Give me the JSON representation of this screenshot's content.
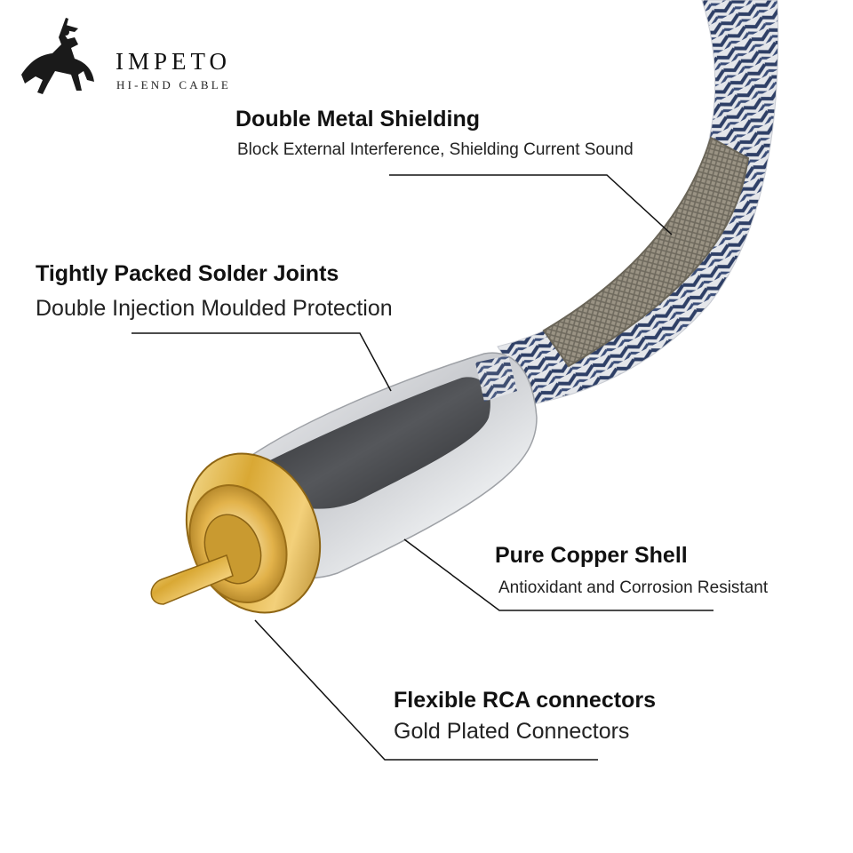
{
  "brand": {
    "name": "IMPETO",
    "tagline": "HI-END CABLE",
    "logo_icon": "knight-horse-icon"
  },
  "callouts": {
    "shielding": {
      "title": "Double Metal Shielding",
      "subtitle": "Block External Interference, Shielding Current Sound"
    },
    "solder": {
      "title": "Tightly Packed Solder Joints",
      "subtitle": "Double Injection Moulded Protection"
    },
    "shell": {
      "title": "Pure Copper Shell",
      "subtitle": "Antioxidant and Corrosion Resistant"
    },
    "connectors": {
      "title": "Flexible RCA connectors",
      "subtitle": "Gold Plated Connectors"
    }
  },
  "colors": {
    "braid_navy": "#2e3f66",
    "braid_white": "#e4e6ea",
    "shield_metal": "#8f8878",
    "silver": "#d9dadc",
    "gold": "#d9a834",
    "text": "#111111"
  }
}
